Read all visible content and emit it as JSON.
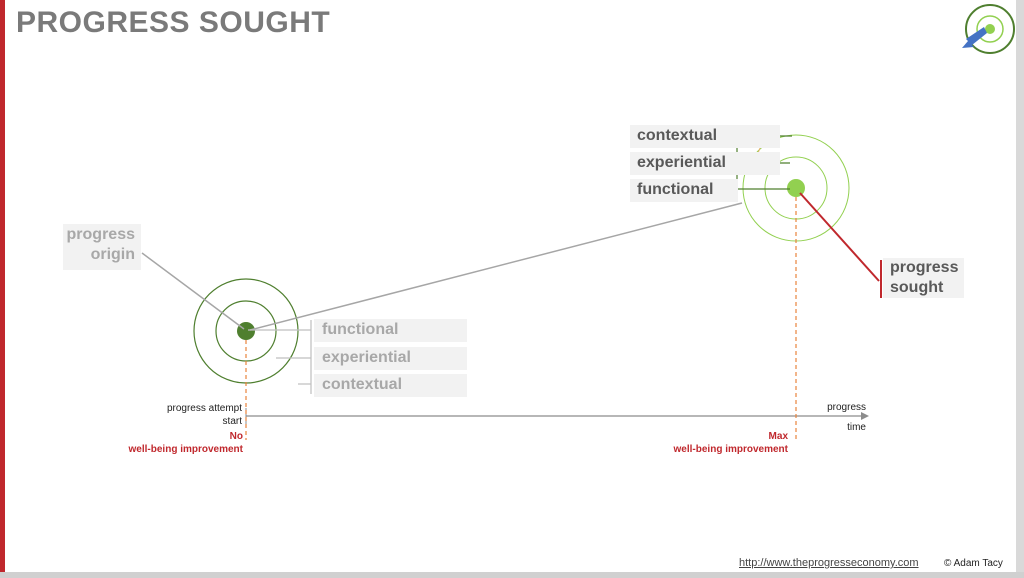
{
  "title": "PROGRESS SOUGHT",
  "origin": {
    "label_line1": "progress",
    "label_line2": "origin",
    "layers": [
      "functional",
      "experiential",
      "contextual"
    ]
  },
  "sought": {
    "label_line1": "progress",
    "label_line2": "sought",
    "layers": [
      "contextual",
      "experiential",
      "functional"
    ]
  },
  "axis": {
    "start_line1": "progress attempt",
    "start_line2": "start",
    "end_line1": "progress",
    "end_line2": "time"
  },
  "no_improvement": {
    "line1": "No",
    "line2": "well-being improvement"
  },
  "max_improvement": {
    "line1": "Max",
    "line2": "well-being improvement"
  },
  "footer": {
    "url": "http://www.theprogresseconomy.com",
    "copyright": "© Adam Tacy"
  },
  "colors": {
    "dark_green": "#4f7f2f",
    "light_green": "#92d050",
    "accent_red": "#c0282d",
    "orange_dash": "#e8843c",
    "arrow_blue": "#4472c4"
  }
}
